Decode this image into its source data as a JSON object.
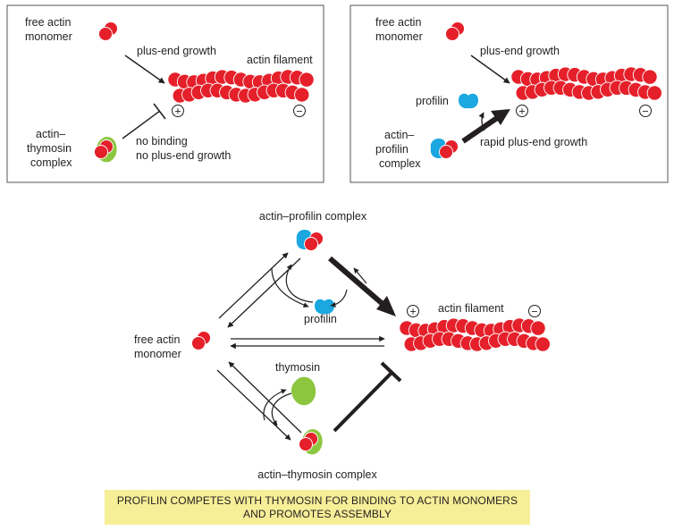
{
  "colors": {
    "actin_red": "#e5202a",
    "profilin_blue": "#1ba7e0",
    "thymosin_green": "#8cc63f",
    "caption_bg": "#f7ee98",
    "ink": "#231f20"
  },
  "panel_left": {
    "free_monomer": [
      "free actin",
      "monomer"
    ],
    "plus_growth": "plus-end growth",
    "filament": "actin filament",
    "complex": [
      "actin–",
      "thymosin",
      "complex"
    ],
    "no_binding": [
      "no binding",
      "no plus-end growth"
    ],
    "plus_sign": "+",
    "minus_sign": "−"
  },
  "panel_right": {
    "free_monomer": [
      "free actin",
      "monomer"
    ],
    "plus_growth": "plus-end growth",
    "profilin": "profilin",
    "complex": [
      "actin–",
      "profilin",
      "complex"
    ],
    "rapid": "rapid plus-end growth",
    "plus_sign": "+",
    "minus_sign": "−"
  },
  "cycle": {
    "profilin_complex": "actin–profilin complex",
    "profilin": "profilin",
    "filament": "actin filament",
    "free_monomer": [
      "free actin",
      "monomer"
    ],
    "thymosin": "thymosin",
    "thymosin_complex": "actin–thymosin complex",
    "plus_sign": "+",
    "minus_sign": "−"
  },
  "caption": {
    "line1": "PROFILIN COMPETES WITH THYMOSIN FOR BINDING TO ACTIN MONOMERS",
    "line2": "AND PROMOTES ASSEMBLY"
  }
}
